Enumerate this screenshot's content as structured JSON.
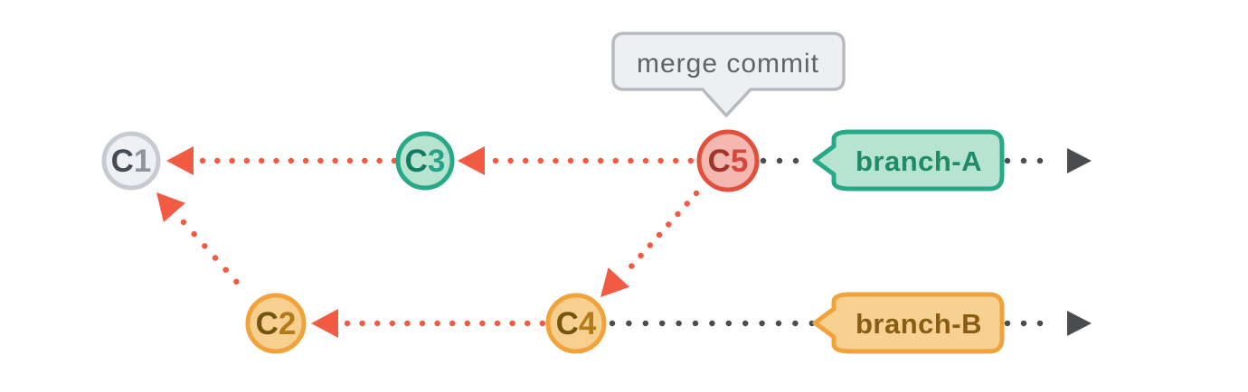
{
  "diagram": {
    "kind": "git-merge-graph",
    "tooltip": {
      "text": "merge commit",
      "points_to": "C5"
    },
    "commits": [
      {
        "id": "C1",
        "letter": "C",
        "number": "1",
        "style": "gray",
        "row": "top"
      },
      {
        "id": "C2",
        "letter": "C",
        "number": "2",
        "style": "orange",
        "row": "bottom"
      },
      {
        "id": "C3",
        "letter": "C",
        "number": "3",
        "style": "teal",
        "row": "top"
      },
      {
        "id": "C4",
        "letter": "C",
        "number": "4",
        "style": "orange",
        "row": "bottom"
      },
      {
        "id": "C5",
        "letter": "C",
        "number": "5",
        "style": "red",
        "row": "top",
        "annotation": "merge commit"
      }
    ],
    "branches": [
      {
        "label": "branch-A",
        "style": "teal",
        "head_commit": "C5"
      },
      {
        "label": "branch-B",
        "style": "orange",
        "head_commit": "C4"
      }
    ],
    "edges": [
      {
        "from": "C3",
        "to": "C1",
        "style": "red-dotted"
      },
      {
        "from": "C5",
        "to": "C3",
        "style": "red-dotted"
      },
      {
        "from": "C5",
        "to": "C4",
        "style": "red-dotted"
      },
      {
        "from": "C4",
        "to": "C2",
        "style": "red-dotted"
      },
      {
        "from": "C2",
        "to": "C1",
        "style": "red-dotted"
      }
    ],
    "timelines": [
      {
        "branch": "branch-A",
        "style": "dark-dotted",
        "direction": "right"
      },
      {
        "branch": "branch-B",
        "style": "dark-dotted",
        "direction": "right"
      }
    ],
    "colors": {
      "red_accent": "#f15b43",
      "dark_dots": "#4a4d50",
      "gray_node_fill": "#eef0f3",
      "gray_node_border": "#c6cbd1",
      "teal_node_fill": "#b7e4d1",
      "teal_node_border": "#27a886",
      "orange_node_fill": "#f7d08f",
      "orange_node_border": "#f1a23a",
      "red_node_fill": "#f4b8b0",
      "red_node_border": "#e1503b",
      "teal_text": "#1e8a68",
      "orange_text": "#8a5c13",
      "tooltip_fill": "#edeff1",
      "tooltip_border": "#b7babf",
      "tooltip_text": "#5f6468"
    }
  }
}
